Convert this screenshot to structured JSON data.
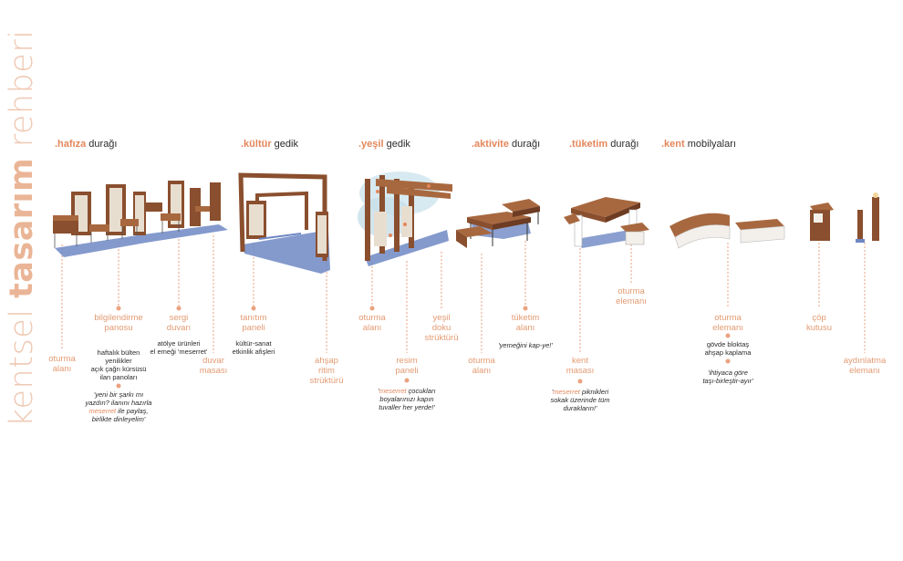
{
  "title": {
    "pre": "kentsel ",
    "bold": "tasarım",
    "post": " rehberi"
  },
  "sections": [
    {
      "id": "hafiza",
      "accent": ".hafıza",
      "rest": " durağı"
    },
    {
      "id": "kultur",
      "accent": ".kültür",
      "rest": " gedik"
    },
    {
      "id": "yesil",
      "accent": ".yeşil",
      "rest": " gedik"
    },
    {
      "id": "aktivite",
      "accent": ".aktivite",
      "rest": " durağı"
    },
    {
      "id": "tuketim",
      "accent": ".tüketim",
      "rest": " durağı"
    },
    {
      "id": "kent",
      "accent": ".kent",
      "rest": " mobilyaları"
    }
  ],
  "labels": {
    "h_oturma": "oturma\nalanı",
    "h_bilgi": "bilgilendirme\npanosu",
    "h_sergi": "sergi\nduvarı",
    "h_duvar": "duvar\nmasası",
    "k_tanitim": "tanıtım\npaneli",
    "k_ahsap": "ahşap\nritim\nstrüktürü",
    "y_oturma": "oturma\nalanı",
    "y_resim": "resim\npaneli",
    "y_yesil": "yeşil\ndoku\nstrüktürü",
    "a_oturma": "oturma\nalanı",
    "a_tuketim": "tüketim\nalanı",
    "t_kent": "kent\nmasası",
    "t_oturma": "oturma\nelemanı",
    "m_oturma": "oturma\nelemanı",
    "m_cop": "çöp\nkutusu",
    "m_aydin": "aydınlatma\nelemanı"
  },
  "descriptions": {
    "h_bilgi": "haftalık bülten\nyenilikler\naçık çağrı kürsüsü\nilan panoları",
    "h_sergi": "atölye ürünleri\nel emeği 'meserret'",
    "k_tanitim": "kültür-sanat\netkinlik afişleri",
    "m_oturma": "gövde bloktaş\nahşap kaplama"
  },
  "quotes": {
    "h_bilgi": {
      "a": "'yeni bir şarkı mı\nyazdın? ilanını hazırla\n",
      "ac": "meserret",
      "b": " ile paylaş,\nbirlikte dinleyelim'"
    },
    "y_resim": {
      "a": "'",
      "ac": "meserret",
      "b": " çocukları\nboyalarınızı kapın\ntuvaller her yerde!'"
    },
    "a_tuketim": {
      "a": "'yemeğini kap-ye!'",
      "ac": "",
      "b": ""
    },
    "t_kent": {
      "a": "'",
      "ac": "meserret",
      "b": " piknikleri\nsokak üzerinde tüm\ndurakların!'"
    },
    "m_oturma": {
      "a": "'ihtiyaca göre\ntaşı-birleştir-ayır'",
      "ac": "",
      "b": ""
    }
  },
  "colors": {
    "accent": "#e3875b",
    "label": "#e39b73",
    "dot": "#eba27f",
    "wood": "#8a4f2e",
    "wood_top": "#a8683f",
    "shadow": "#6e88c4",
    "panel": "#e8ded0"
  }
}
